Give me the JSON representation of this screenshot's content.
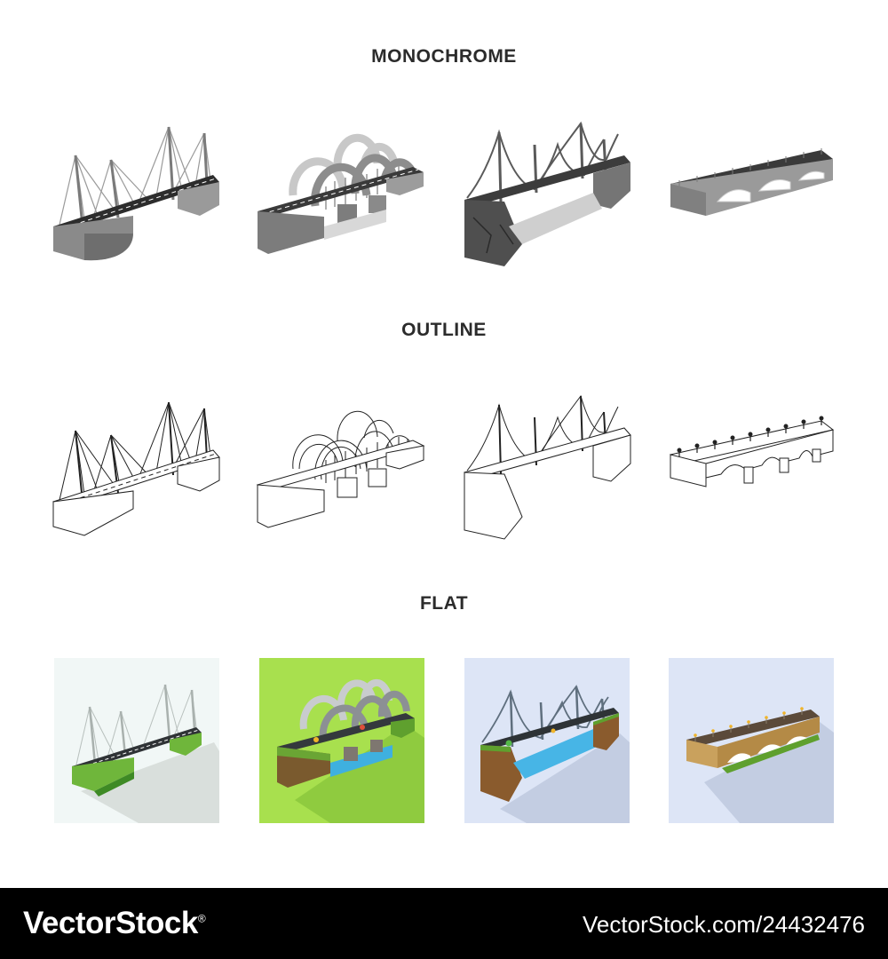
{
  "sections": {
    "monochrome": "MONOCHROME",
    "outline": "OUTLINE",
    "flat": "FLAT"
  },
  "icons": [
    "cable-stayed-bridge-icon",
    "arch-bridge-icon",
    "suspension-bridge-icon",
    "viaduct-bridge-icon"
  ],
  "flat_tile_colors": [
    "#f1f7f6",
    "#a8e04e",
    "#dde5f6",
    "#dde5f6"
  ],
  "footer": {
    "brand": "VectorStock",
    "brand_mark": "®",
    "image_id": "VectorStock.com/24432476"
  }
}
